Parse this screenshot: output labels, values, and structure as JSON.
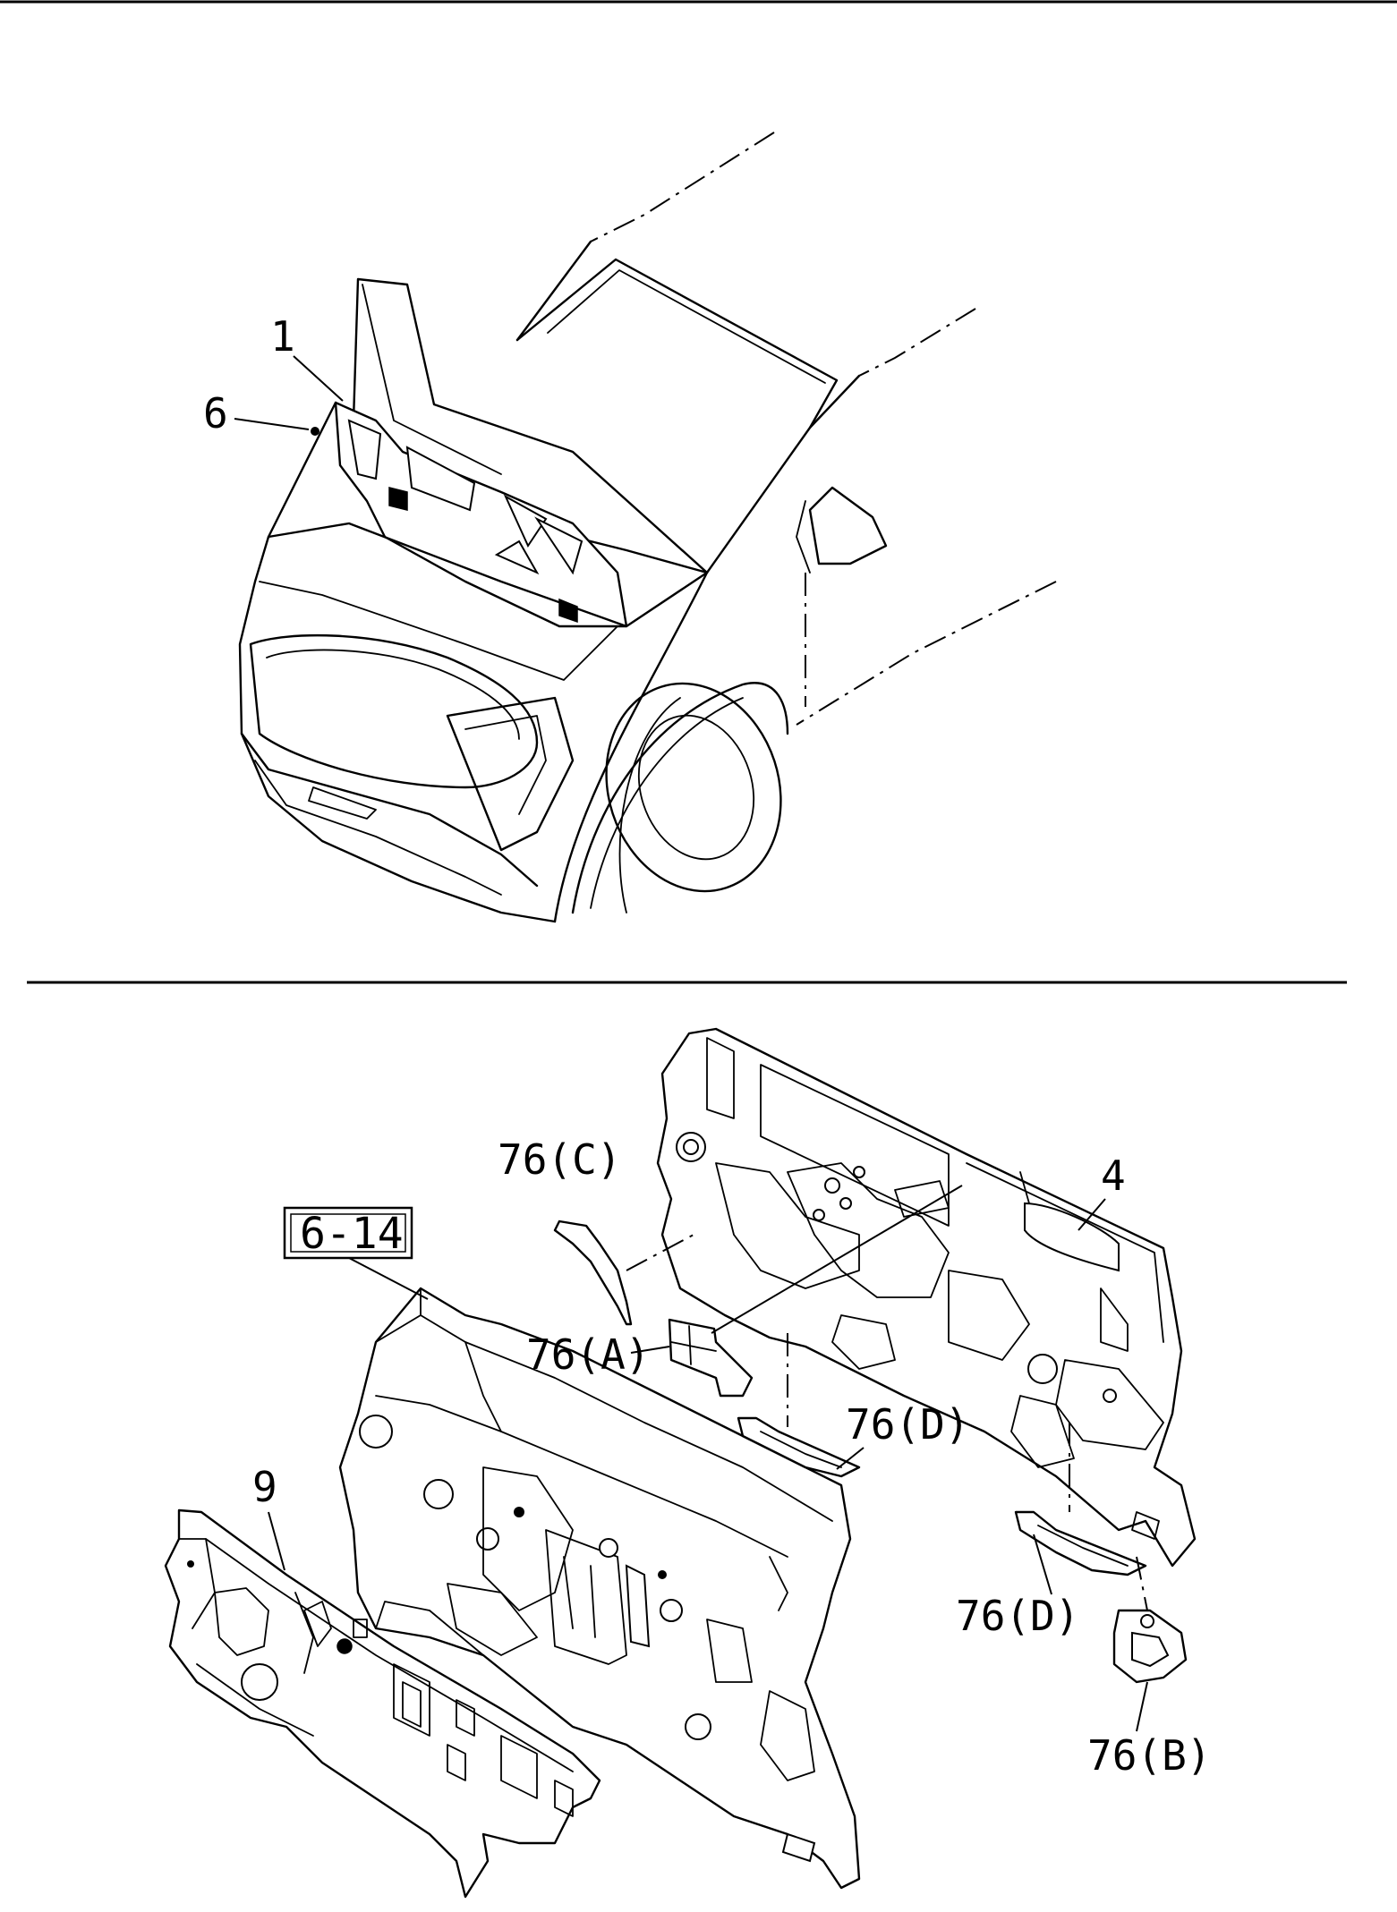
{
  "callouts": {
    "c1": "1",
    "c6": "6",
    "c4": "4",
    "c9": "9",
    "c76c": "76(C)",
    "c76a": "76(A)",
    "c76d1": "76(D)",
    "c76d2": "76(D)",
    "c76b": "76(B)"
  },
  "reference": {
    "label": "6-14"
  }
}
